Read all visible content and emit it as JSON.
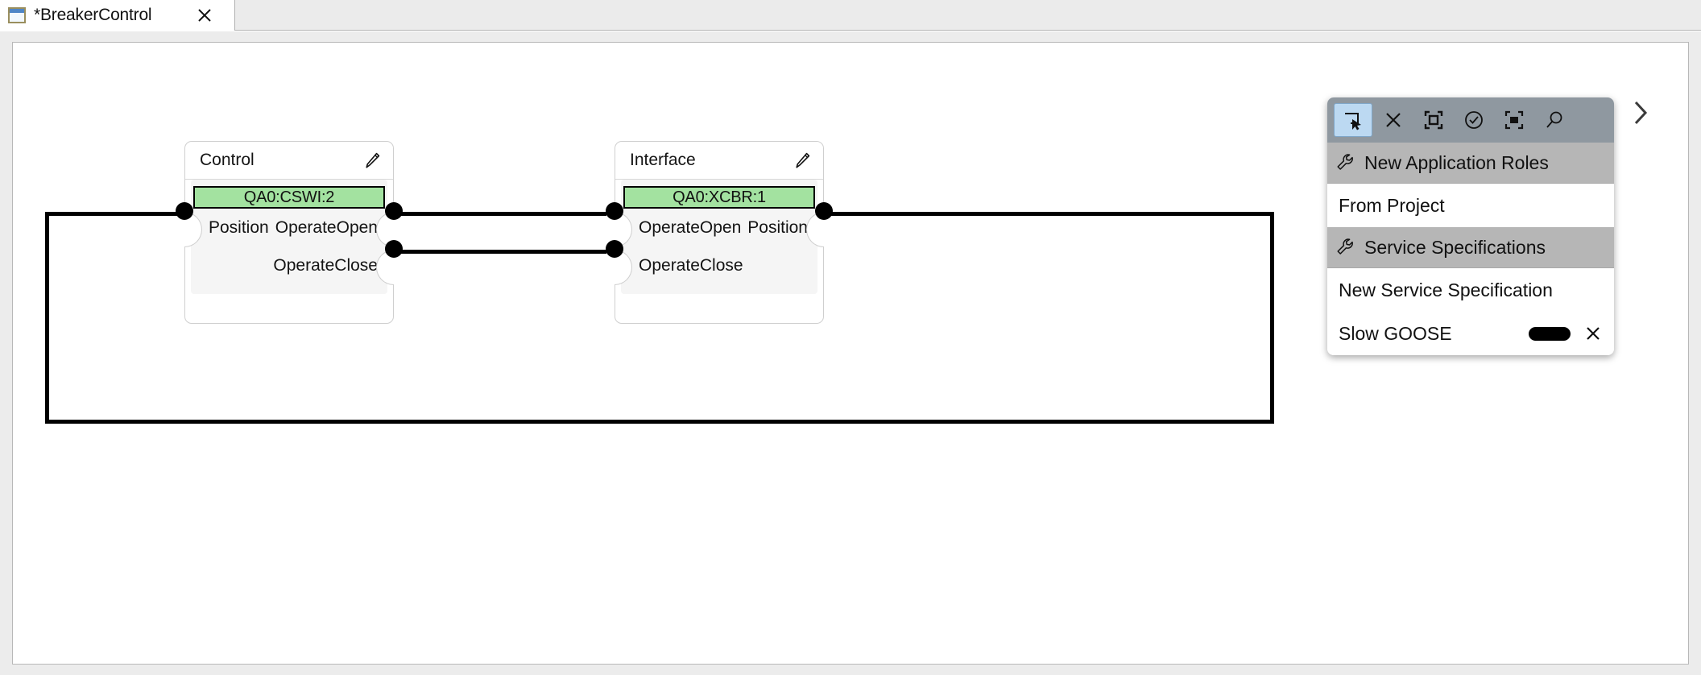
{
  "tab": {
    "title": "*BreakerControl",
    "icon": "editor-window-icon",
    "close_icon": "close-icon"
  },
  "canvas": {
    "nodes": [
      {
        "id": "control",
        "title": "Control",
        "edit_icon": "pencil-icon",
        "badge": "QA0:CSWI:2",
        "badge_color": "#a3e2a0",
        "inputs": [
          "Position"
        ],
        "outputs": [
          "OperateOpen",
          "OperateClose"
        ]
      },
      {
        "id": "interface",
        "title": "Interface",
        "edit_icon": "pencil-icon",
        "badge": "QA0:XCBR:1",
        "badge_color": "#a3e2a0",
        "inputs": [
          "OperateOpen",
          "OperateClose"
        ],
        "outputs": [
          "Position"
        ]
      }
    ],
    "connections": [
      {
        "from": "control.OperateOpen",
        "to": "interface.OperateOpen"
      },
      {
        "from": "control.OperateClose",
        "to": "interface.OperateClose"
      },
      {
        "from": "interface.Position",
        "to": "control.Position"
      }
    ]
  },
  "palette": {
    "collapse_icon": "chevron-right-icon",
    "toolbar": [
      {
        "name": "select-tool",
        "icon": "pointer-select-icon",
        "active": true
      },
      {
        "name": "delete-tool",
        "icon": "close-x-icon",
        "active": false
      },
      {
        "name": "frame-tool",
        "icon": "frame-brackets-icon",
        "active": false
      },
      {
        "name": "validate-tool",
        "icon": "check-circle-icon",
        "active": false
      },
      {
        "name": "fit-tool",
        "icon": "fit-frame-icon",
        "active": false
      },
      {
        "name": "search-tool",
        "icon": "magnifier-icon",
        "active": false
      }
    ],
    "groups": [
      {
        "section": "New Application Roles",
        "section_icon": "wrench-icon",
        "items": [
          {
            "label": "From Project",
            "pill": false,
            "deletable": false
          }
        ]
      },
      {
        "section": "Service Specifications",
        "section_icon": "wrench-icon",
        "items": [
          {
            "label": "New Service Specification",
            "pill": false,
            "deletable": false
          },
          {
            "label": "Slow GOOSE",
            "pill": true,
            "deletable": true,
            "delete_icon": "close-x-icon"
          }
        ]
      }
    ]
  }
}
